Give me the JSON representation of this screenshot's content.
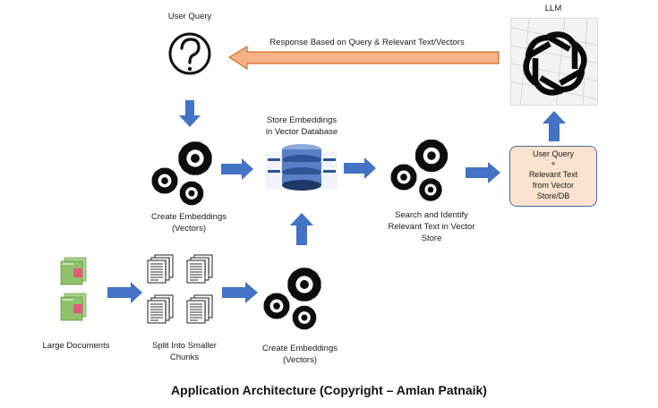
{
  "labels": {
    "user_query": "User Query",
    "llm": "LLM",
    "response_arrow": "Response Based on Query & Relevant Text/Vectors",
    "store_embeddings_1": "Store Embeddings",
    "store_embeddings_2": "in Vector Database",
    "create_embeddings_top_1": "Create Embeddings",
    "create_embeddings_top_2": "(Vectors)",
    "search_identify_1": "Search and Identify",
    "search_identify_2": "Relevant Text in Vector",
    "search_identify_3": "Store",
    "prompt_box_1": "User Query",
    "prompt_box_2": "+",
    "prompt_box_3": "Relevant Text",
    "prompt_box_4": "from Vector",
    "prompt_box_5": "Store/DB",
    "large_documents": "Large Documents",
    "split_chunks_1": "Split Into Smaller",
    "split_chunks_2": "Chunks",
    "create_embeddings_bottom_1": "Create Embeddings",
    "create_embeddings_bottom_2": "(Vectors)"
  },
  "caption": "Application Architecture (Copyright – Amlan Patnaik)",
  "colors": {
    "flow_arrow": "#4472c4",
    "response_arrow": "#f4b183",
    "prompt_box_fill": "#fbe3cf",
    "gear": "#0d0d0d"
  }
}
